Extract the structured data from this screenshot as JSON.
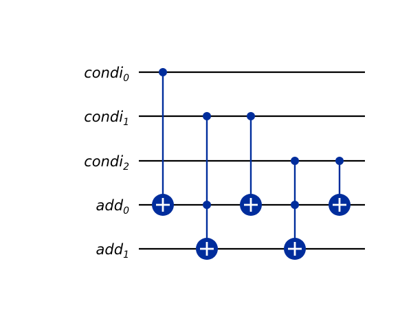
{
  "circuit": {
    "qubits": [
      {
        "id": "condi_0",
        "name": "condi",
        "index": "0"
      },
      {
        "id": "condi_1",
        "name": "condi",
        "index": "1"
      },
      {
        "id": "condi_2",
        "name": "condi",
        "index": "2"
      },
      {
        "id": "add_0",
        "name": "add",
        "index": "0"
      },
      {
        "id": "add_1",
        "name": "add",
        "index": "1"
      }
    ],
    "gates": [
      {
        "type": "cx",
        "column": 0,
        "controls": [
          "condi_0"
        ],
        "target": "add_0"
      },
      {
        "type": "ccx",
        "column": 1,
        "controls": [
          "condi_1",
          "add_0"
        ],
        "target": "add_1"
      },
      {
        "type": "cx",
        "column": 2,
        "controls": [
          "condi_1"
        ],
        "target": "add_0"
      },
      {
        "type": "ccx",
        "column": 3,
        "controls": [
          "condi_2",
          "add_0"
        ],
        "target": "add_1"
      },
      {
        "type": "cx",
        "column": 4,
        "controls": [
          "condi_2"
        ],
        "target": "add_0"
      }
    ],
    "colors": {
      "wire": "#000000",
      "gate": "#002d9c",
      "target_symbol": "#ffffff",
      "label": "#000000"
    }
  }
}
